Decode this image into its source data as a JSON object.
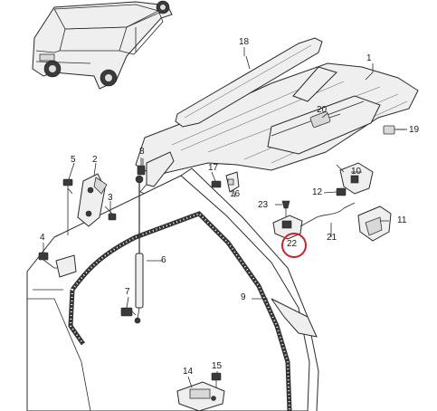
{
  "callouts": {
    "c1": "1",
    "c2": "2",
    "c3": "3",
    "c4": "4",
    "c5": "5",
    "c6": "6",
    "c7": "7",
    "c8": "8",
    "c9": "9",
    "c10": "10",
    "c11": "11",
    "c12": "12",
    "c14": "14",
    "c15": "15",
    "c16": "16",
    "c17": "17",
    "c18": "18",
    "c19": "19",
    "c20": "20",
    "c21": "21",
    "c22": "22",
    "c23": "23"
  },
  "highlight_color": "#c0262c"
}
